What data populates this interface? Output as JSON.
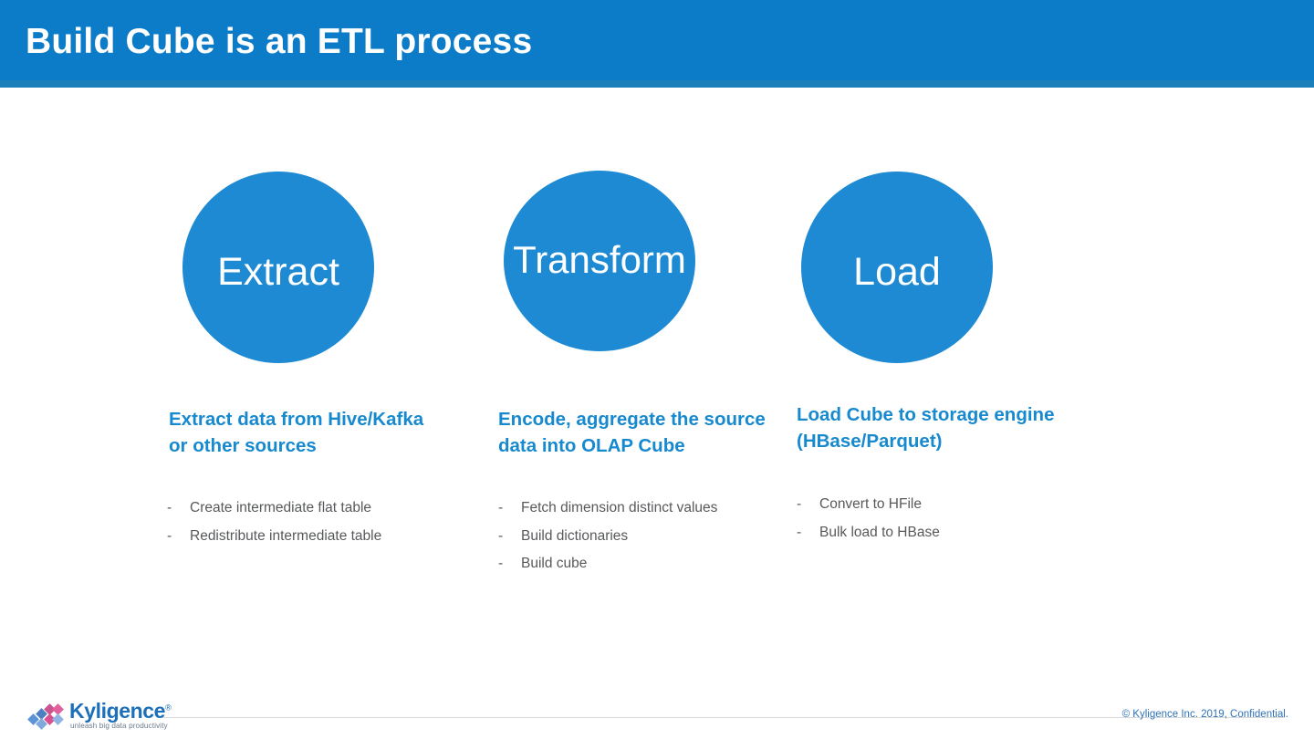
{
  "slide": {
    "title": "Build Cube is an ETL process",
    "header_color": "#0c7cc8",
    "accent_color": "#1d8ad3",
    "heading_color": "#1789ce",
    "body_text_color": "#58595b"
  },
  "columns": [
    {
      "circle_label": "Extract",
      "heading": "Extract data from Hive/Kafka or other sources",
      "bullets": [
        {
          "marker": "-",
          "text": "Create intermediate flat table"
        },
        {
          "marker": "-",
          "text": "Redistribute intermediate table"
        }
      ]
    },
    {
      "circle_label": "Transform",
      "heading": "Encode, aggregate the source data into OLAP Cube",
      "bullets": [
        {
          "marker": "-",
          "text": "Fetch dimension distinct values"
        },
        {
          "marker": "-",
          "text": "Build dictionaries"
        },
        {
          "marker": "-",
          "text": "Build cube"
        }
      ]
    },
    {
      "circle_label": "Load",
      "heading": "Load Cube to storage engine (HBase/Parquet)",
      "bullets": [
        {
          "marker": "-",
          "text": "Convert to HFile"
        },
        {
          "marker": "-",
          "text": "Bulk load to HBase"
        }
      ]
    }
  ],
  "footer": {
    "logo_word": "Kyligence",
    "logo_registered": "®",
    "logo_tagline": "unleash big data productivity",
    "copyright": "© Kyligence Inc. 2019, Confidential."
  }
}
